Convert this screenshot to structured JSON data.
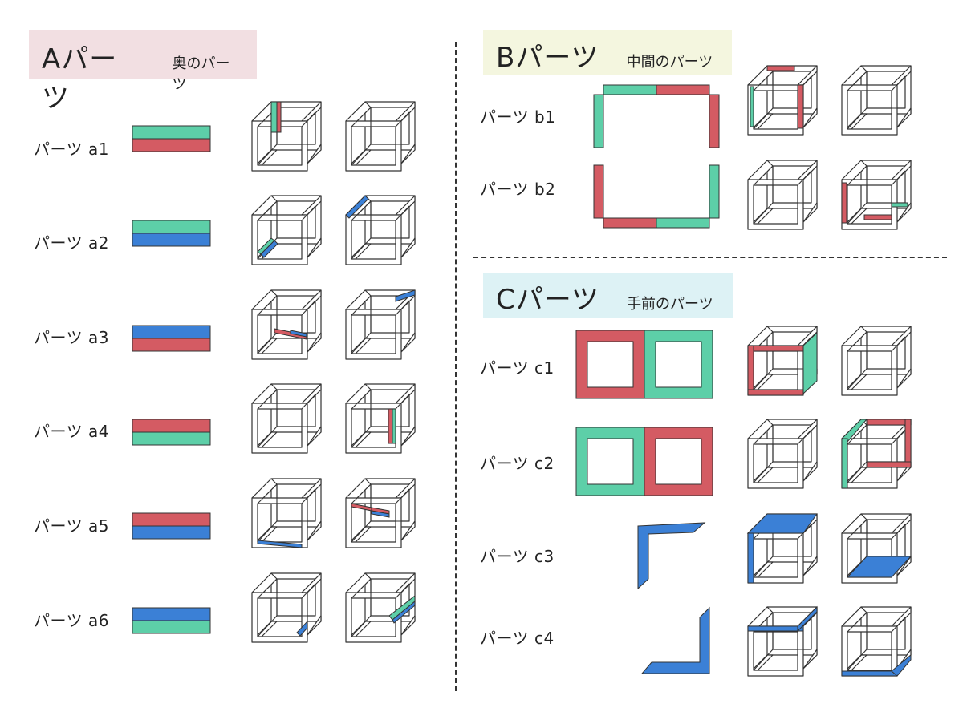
{
  "colors": {
    "red": "#d45b63",
    "green": "#5dcfa8",
    "blue": "#3b80d6",
    "frame_stroke": "#333333",
    "header_a_bg": "#f2dfe2",
    "header_b_bg": "#f4f6df",
    "header_c_bg": "#ddf2f5"
  },
  "section_a": {
    "title": "Aパーツ",
    "subtitle": "奥のパーツ",
    "parts": [
      {
        "label": "パーツ a1",
        "strip": [
          "green",
          "red"
        ]
      },
      {
        "label": "パーツ a2",
        "strip": [
          "green",
          "blue"
        ]
      },
      {
        "label": "パーツ a3",
        "strip": [
          "blue",
          "red"
        ]
      },
      {
        "label": "パーツ a4",
        "strip": [
          "red",
          "green"
        ]
      },
      {
        "label": "パーツ a5",
        "strip": [
          "red",
          "blue"
        ]
      },
      {
        "label": "パーツ a6",
        "strip": [
          "blue",
          "green"
        ]
      }
    ]
  },
  "section_b": {
    "title": "Bパーツ",
    "subtitle": "中間のパーツ",
    "parts": [
      {
        "label": "パーツ b1"
      },
      {
        "label": "パーツ b2"
      }
    ]
  },
  "section_c": {
    "title": "Cパーツ",
    "subtitle": "手前のパーツ",
    "parts": [
      {
        "label": "パーツ c1"
      },
      {
        "label": "パーツ c2"
      },
      {
        "label": "パーツ c3"
      },
      {
        "label": "パーツ c4"
      }
    ]
  }
}
